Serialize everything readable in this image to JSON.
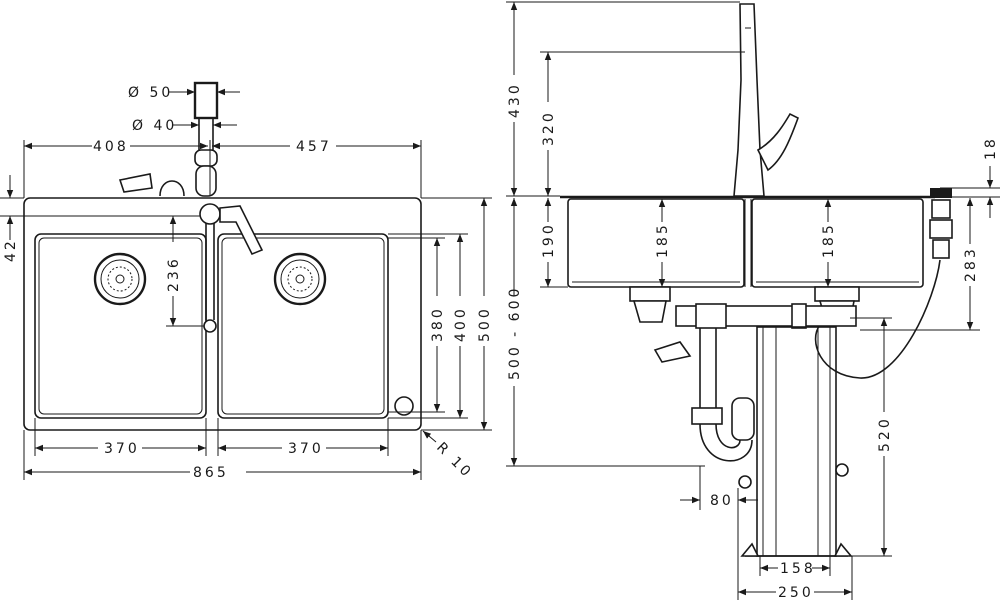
{
  "top_view": {
    "dia_outer": "Ø 50",
    "dia_inner": "Ø 40",
    "width_left": "408",
    "width_right": "457",
    "edge_offset": "42",
    "faucet_depth": "236",
    "bowl_inner_depth": "380",
    "bowl_depth": "400",
    "total_depth": "500",
    "bowl_width_left": "370",
    "bowl_width_right": "370",
    "total_width": "865",
    "radius": "R 10"
  },
  "side_view": {
    "faucet_height": "430",
    "spout_height": "320",
    "bowl_height": "190",
    "bowl_depth_left": "185",
    "bowl_depth_right": "185",
    "rim_thickness": "18",
    "overflow_height": "283",
    "cabinet_height": "500 - 600",
    "drain_height": "520",
    "trap_offset": "80",
    "column_inner": "158",
    "column_outer": "250"
  }
}
